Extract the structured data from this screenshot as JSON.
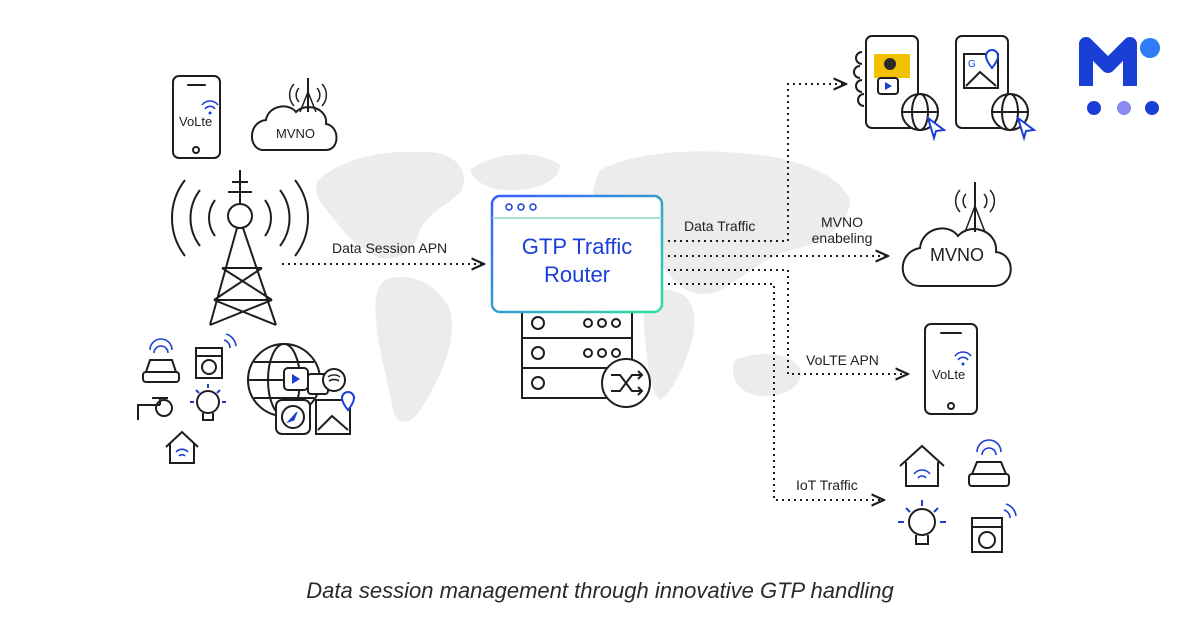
{
  "router": {
    "title": "GTP Traffic Router"
  },
  "left": {
    "phone_label": "VoLte",
    "cloud_label": "MVNO",
    "arrow_label": "Data Session APN"
  },
  "right": {
    "data_traffic_label": "Data Traffic",
    "mvno_enabling_label": "MVNO enabeling",
    "cloud_label": "MVNO",
    "volte_apn_label": "VoLTE APN",
    "phone_label": "VoLte",
    "iot_label": "IoT Traffic"
  },
  "caption": "Data session management through innovative GTP handling",
  "colors": {
    "brand_blue": "#1a3fd6",
    "brand_light": "#8a8cf0",
    "router_border": "#2ec8a6",
    "line": "#1e1e1e",
    "map": "#ececec"
  }
}
